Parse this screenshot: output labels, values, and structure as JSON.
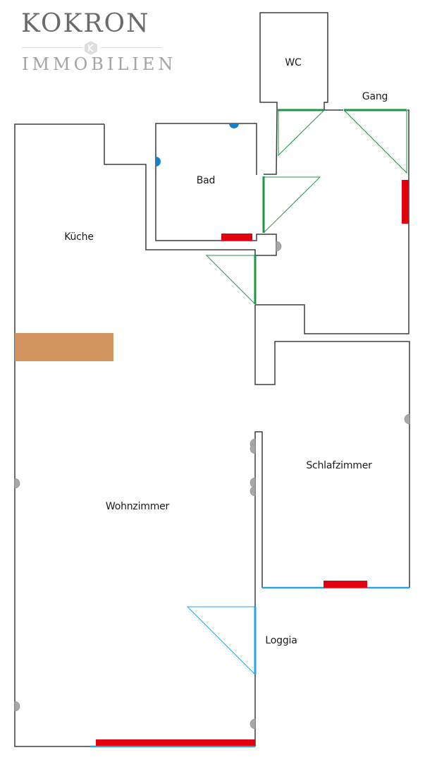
{
  "logo": {
    "line1": "KOKRON",
    "line2": "IMMOBILIEN"
  },
  "rooms": {
    "wc": "WC",
    "gang": "Gang",
    "bad": "Bad",
    "kueche": "Küche",
    "schlafzimmer": "Schlafzimmer",
    "wohnzimmer": "Wohnzimmer",
    "loggia": "Loggia"
  },
  "colors": {
    "wall": "#3c3c3c",
    "door_green": "#1e9645",
    "window_blue": "#2ba3df",
    "radiator_red": "#e3000f",
    "counter_brown": "#d3955f",
    "outlet_grey": "#a8a8a8",
    "fixture_blue": "#1382d1",
    "logo_dark": "#6a6a6a",
    "logo_light": "#a3a3a3"
  },
  "legend_icons": [
    "door-swing",
    "window",
    "radiator",
    "kitchen-counter",
    "power-outlet",
    "water-connection"
  ]
}
